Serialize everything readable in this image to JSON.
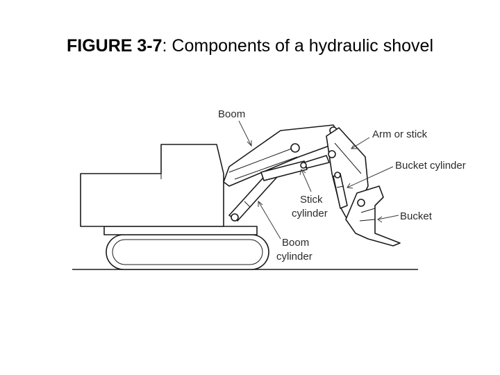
{
  "title": {
    "figure_number": "FIGURE 3-7",
    "separator": ":",
    "caption": " Components of a hydraulic shovel"
  },
  "labels": {
    "boom": "Boom",
    "arm": "Arm or stick",
    "bucket_cylinder": "Bucket cylinder",
    "stick_cylinder_line1": "Stick",
    "stick_cylinder_line2": "cylinder",
    "bucket": "Bucket",
    "boom_cylinder_line1": "Boom",
    "boom_cylinder_line2": "cylinder"
  },
  "colors": {
    "line": "#1a1a1a",
    "text": "#2a2a2a",
    "background": "#ffffff"
  }
}
